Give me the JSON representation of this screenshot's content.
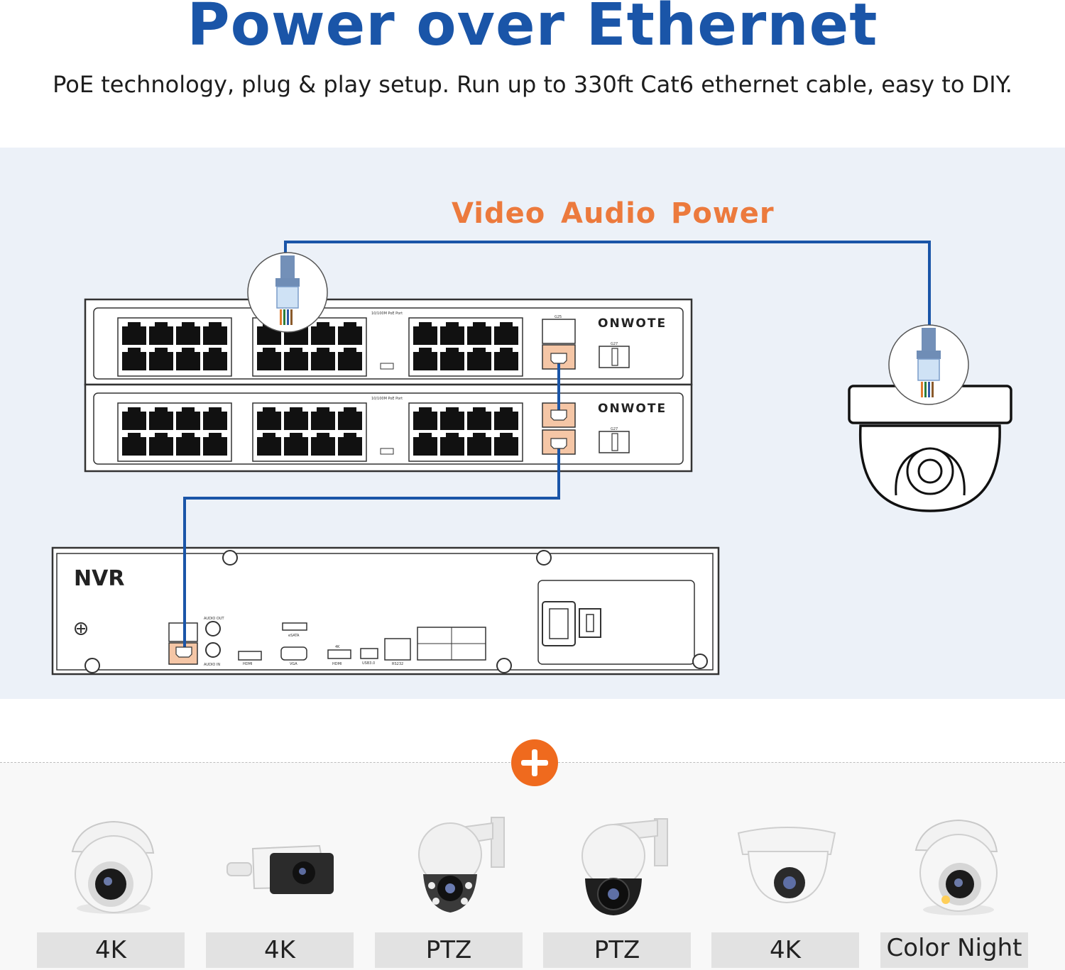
{
  "header": {
    "title": "Power over Ethernet",
    "subtitle": "PoE technology, plug & play setup. Run up to 330ft Cat6 ethernet cable, easy to DIY."
  },
  "diagram": {
    "signals": [
      "Video",
      "Audio",
      "Power"
    ],
    "switch_brand": "ONWOTE",
    "switch_port_header": "10/100M PoE Port",
    "switch_uplink_top": "G25",
    "switch_uplink_bottom": "G27",
    "nvr_label": "NVR",
    "nvr_ports": {
      "audio_out": "AUDIO OUT",
      "audio_in": "AUDIO IN",
      "esata": "eSATA",
      "hdmi": "HDMI",
      "vga": "VGA",
      "usb": "USB3.0",
      "rs232": "RS232",
      "fourk": "4K"
    },
    "colors": {
      "cable": "#1a55a8",
      "accent": "#ec7a3d",
      "highlight_port": "#f5c6a6"
    }
  },
  "cameras": [
    {
      "label": "4K",
      "icon": "turret-camera-icon"
    },
    {
      "label": "4K",
      "icon": "bullet-camera-icon"
    },
    {
      "label": "PTZ",
      "icon": "ptz-camera-wall-icon"
    },
    {
      "label": "PTZ",
      "icon": "ptz-camera-wall-icon"
    },
    {
      "label": "4K",
      "icon": "dome-camera-icon"
    },
    {
      "label": "Color Night",
      "icon": "turret-camera-icon"
    }
  ]
}
